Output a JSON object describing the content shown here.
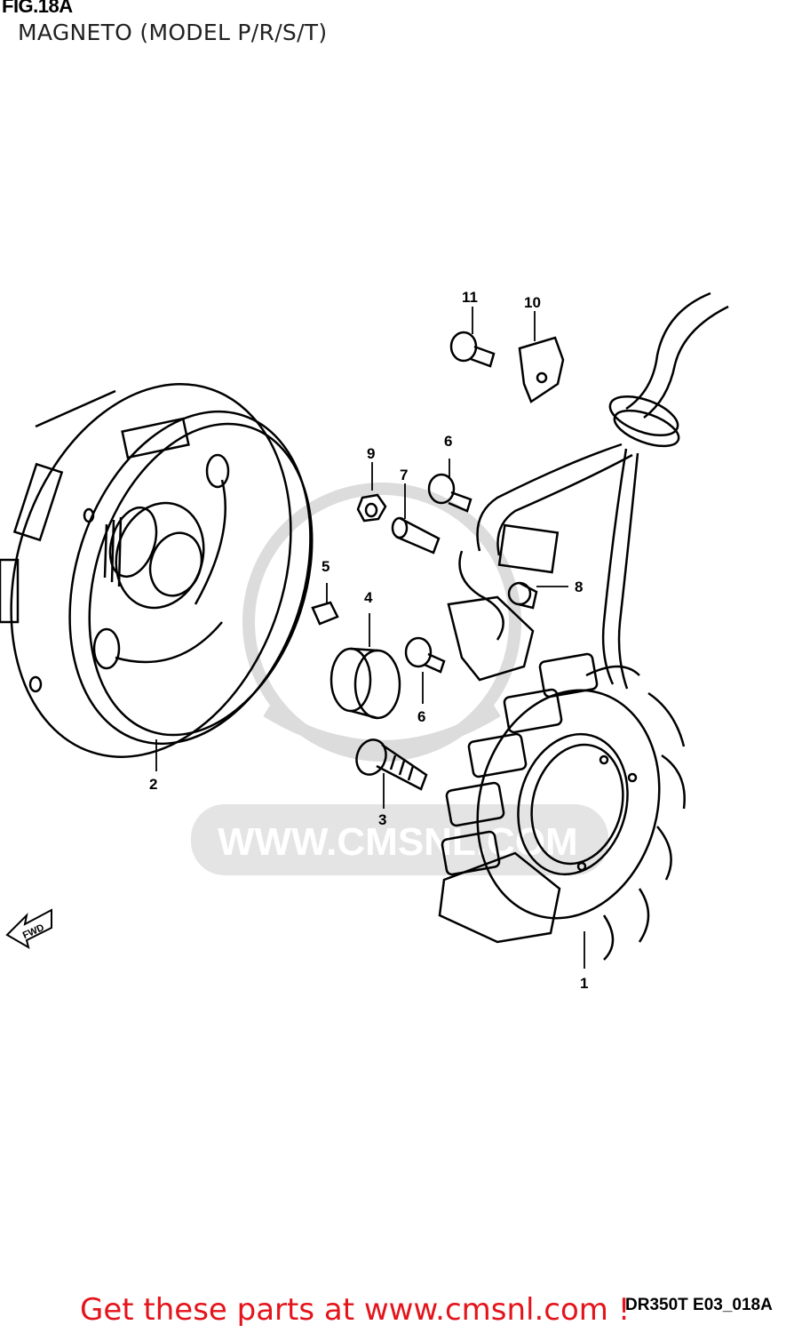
{
  "figure": {
    "title": "FIG.18A",
    "subtitle": "MAGNETO (MODEL P/R/S/T)",
    "reference_code": "DR350T E03_018A",
    "fwd_label": "FWD",
    "watermark": "WWW.CMSNL.COM"
  },
  "footer": {
    "promo_text": "Get these parts at www.cmsnl.com !"
  },
  "callouts": [
    {
      "id": "1",
      "label": "1",
      "part": "stator"
    },
    {
      "id": "2",
      "label": "2",
      "part": "rotor"
    },
    {
      "id": "3",
      "label": "3",
      "part": "bolt"
    },
    {
      "id": "4",
      "label": "4",
      "part": "gear"
    },
    {
      "id": "5",
      "label": "5",
      "part": "key"
    },
    {
      "id": "6a",
      "label": "6",
      "part": "screw"
    },
    {
      "id": "6b",
      "label": "6",
      "part": "screw"
    },
    {
      "id": "7",
      "label": "7",
      "part": "spacer"
    },
    {
      "id": "8",
      "label": "8",
      "part": "spacer"
    },
    {
      "id": "9",
      "label": "9",
      "part": "nut"
    },
    {
      "id": "10",
      "label": "10",
      "part": "clamp"
    },
    {
      "id": "11",
      "label": "11",
      "part": "screw"
    }
  ],
  "colors": {
    "line": "#000000",
    "watermark": "#d9d9d9",
    "promo": "#e4141b"
  }
}
